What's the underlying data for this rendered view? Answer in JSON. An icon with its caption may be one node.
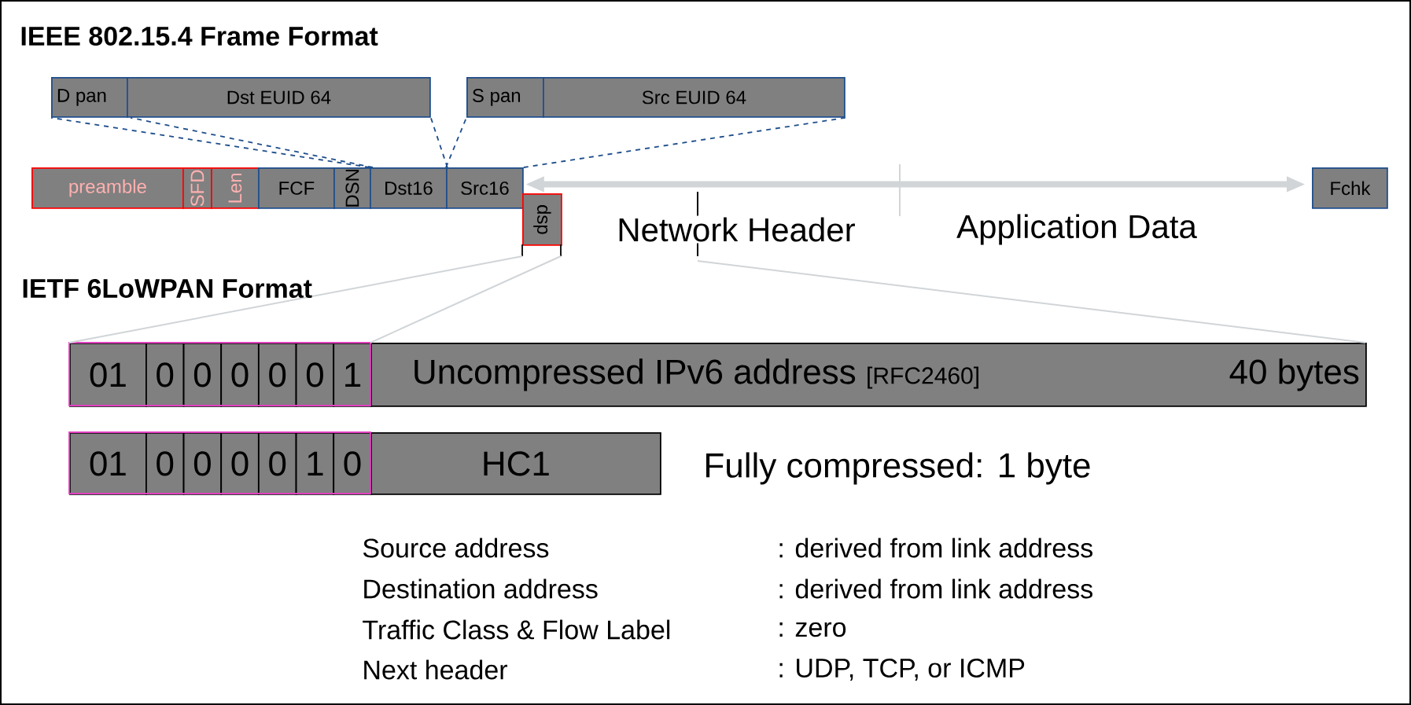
{
  "diagram": {
    "title": "IEEE 802.15.4 Frame Format",
    "nodes": [
      {
        "text": [
          "D pan"
        ]
      },
      {
        "text": [
          "Dst EUID 64"
        ]
      },
      {
        "text": [
          "S pan"
        ]
      },
      {
        "text": [
          "Src EUID 64"
        ]
      },
      {
        "text": [
          "preamble"
        ]
      },
      {
        "text": [
          "SFD"
        ]
      },
      {
        "text": [
          "Len"
        ]
      },
      {
        "text": [
          "FCF"
        ]
      },
      {
        "text": [
          "DSN"
        ]
      },
      {
        "text": [
          "Dst16"
        ]
      },
      {
        "text": [
          "Src16"
        ]
      },
      {
        "text": [
          "dsp"
        ]
      },
      {
        "text": [
          "Fchk"
        ]
      },
      {
        "text": [
          "01"
        ]
      },
      {
        "text": [
          "0"
        ]
      },
      {
        "text": [
          "0"
        ]
      },
      {
        "text": [
          "0"
        ]
      },
      {
        "text": [
          "0"
        ]
      },
      {
        "text": [
          "0"
        ]
      },
      {
        "text": [
          "1"
        ]
      },
      {
        "text": [
          "Uncompressed IPv6 address",
          "[RFC2460]",
          "40 bytes"
        ]
      },
      {
        "text": [
          "01"
        ]
      },
      {
        "text": [
          "0"
        ]
      },
      {
        "text": [
          "0"
        ]
      },
      {
        "text": [
          "0"
        ]
      },
      {
        "text": [
          "0"
        ]
      },
      {
        "text": [
          "1"
        ]
      },
      {
        "text": [
          "0"
        ]
      },
      {
        "text": [
          "HC1"
        ]
      }
    ],
    "edges": [
      {
        "from": 9,
        "to": 0,
        "arrow": "none",
        "style": "dashed"
      },
      {
        "from": 9,
        "to": 1,
        "arrow": "none",
        "style": "dashed"
      },
      {
        "from": 10,
        "to": 2,
        "arrow": "none",
        "style": "dashed"
      },
      {
        "from": 10,
        "to": 3,
        "arrow": "none",
        "style": "dashed"
      },
      {
        "from": 10,
        "to": 12,
        "arrow": "both",
        "style": "thick",
        "color": "#d1d5d8"
      },
      {
        "from": 9,
        "to": 1,
        "arrow": "none",
        "style": "dashed"
      }
    ],
    "labels": [
      "Network Header",
      "Application Data",
      "IETF 6LoWPAN Format",
      "Fully compressed: 1 byte",
      "Source address",
      ": derived from link address",
      "Destination address",
      ": derived from link address",
      "Traffic Class & Flow Label",
      ": zero",
      "Next header",
      ": UDP, TCP, or ICMP"
    ]
  }
}
